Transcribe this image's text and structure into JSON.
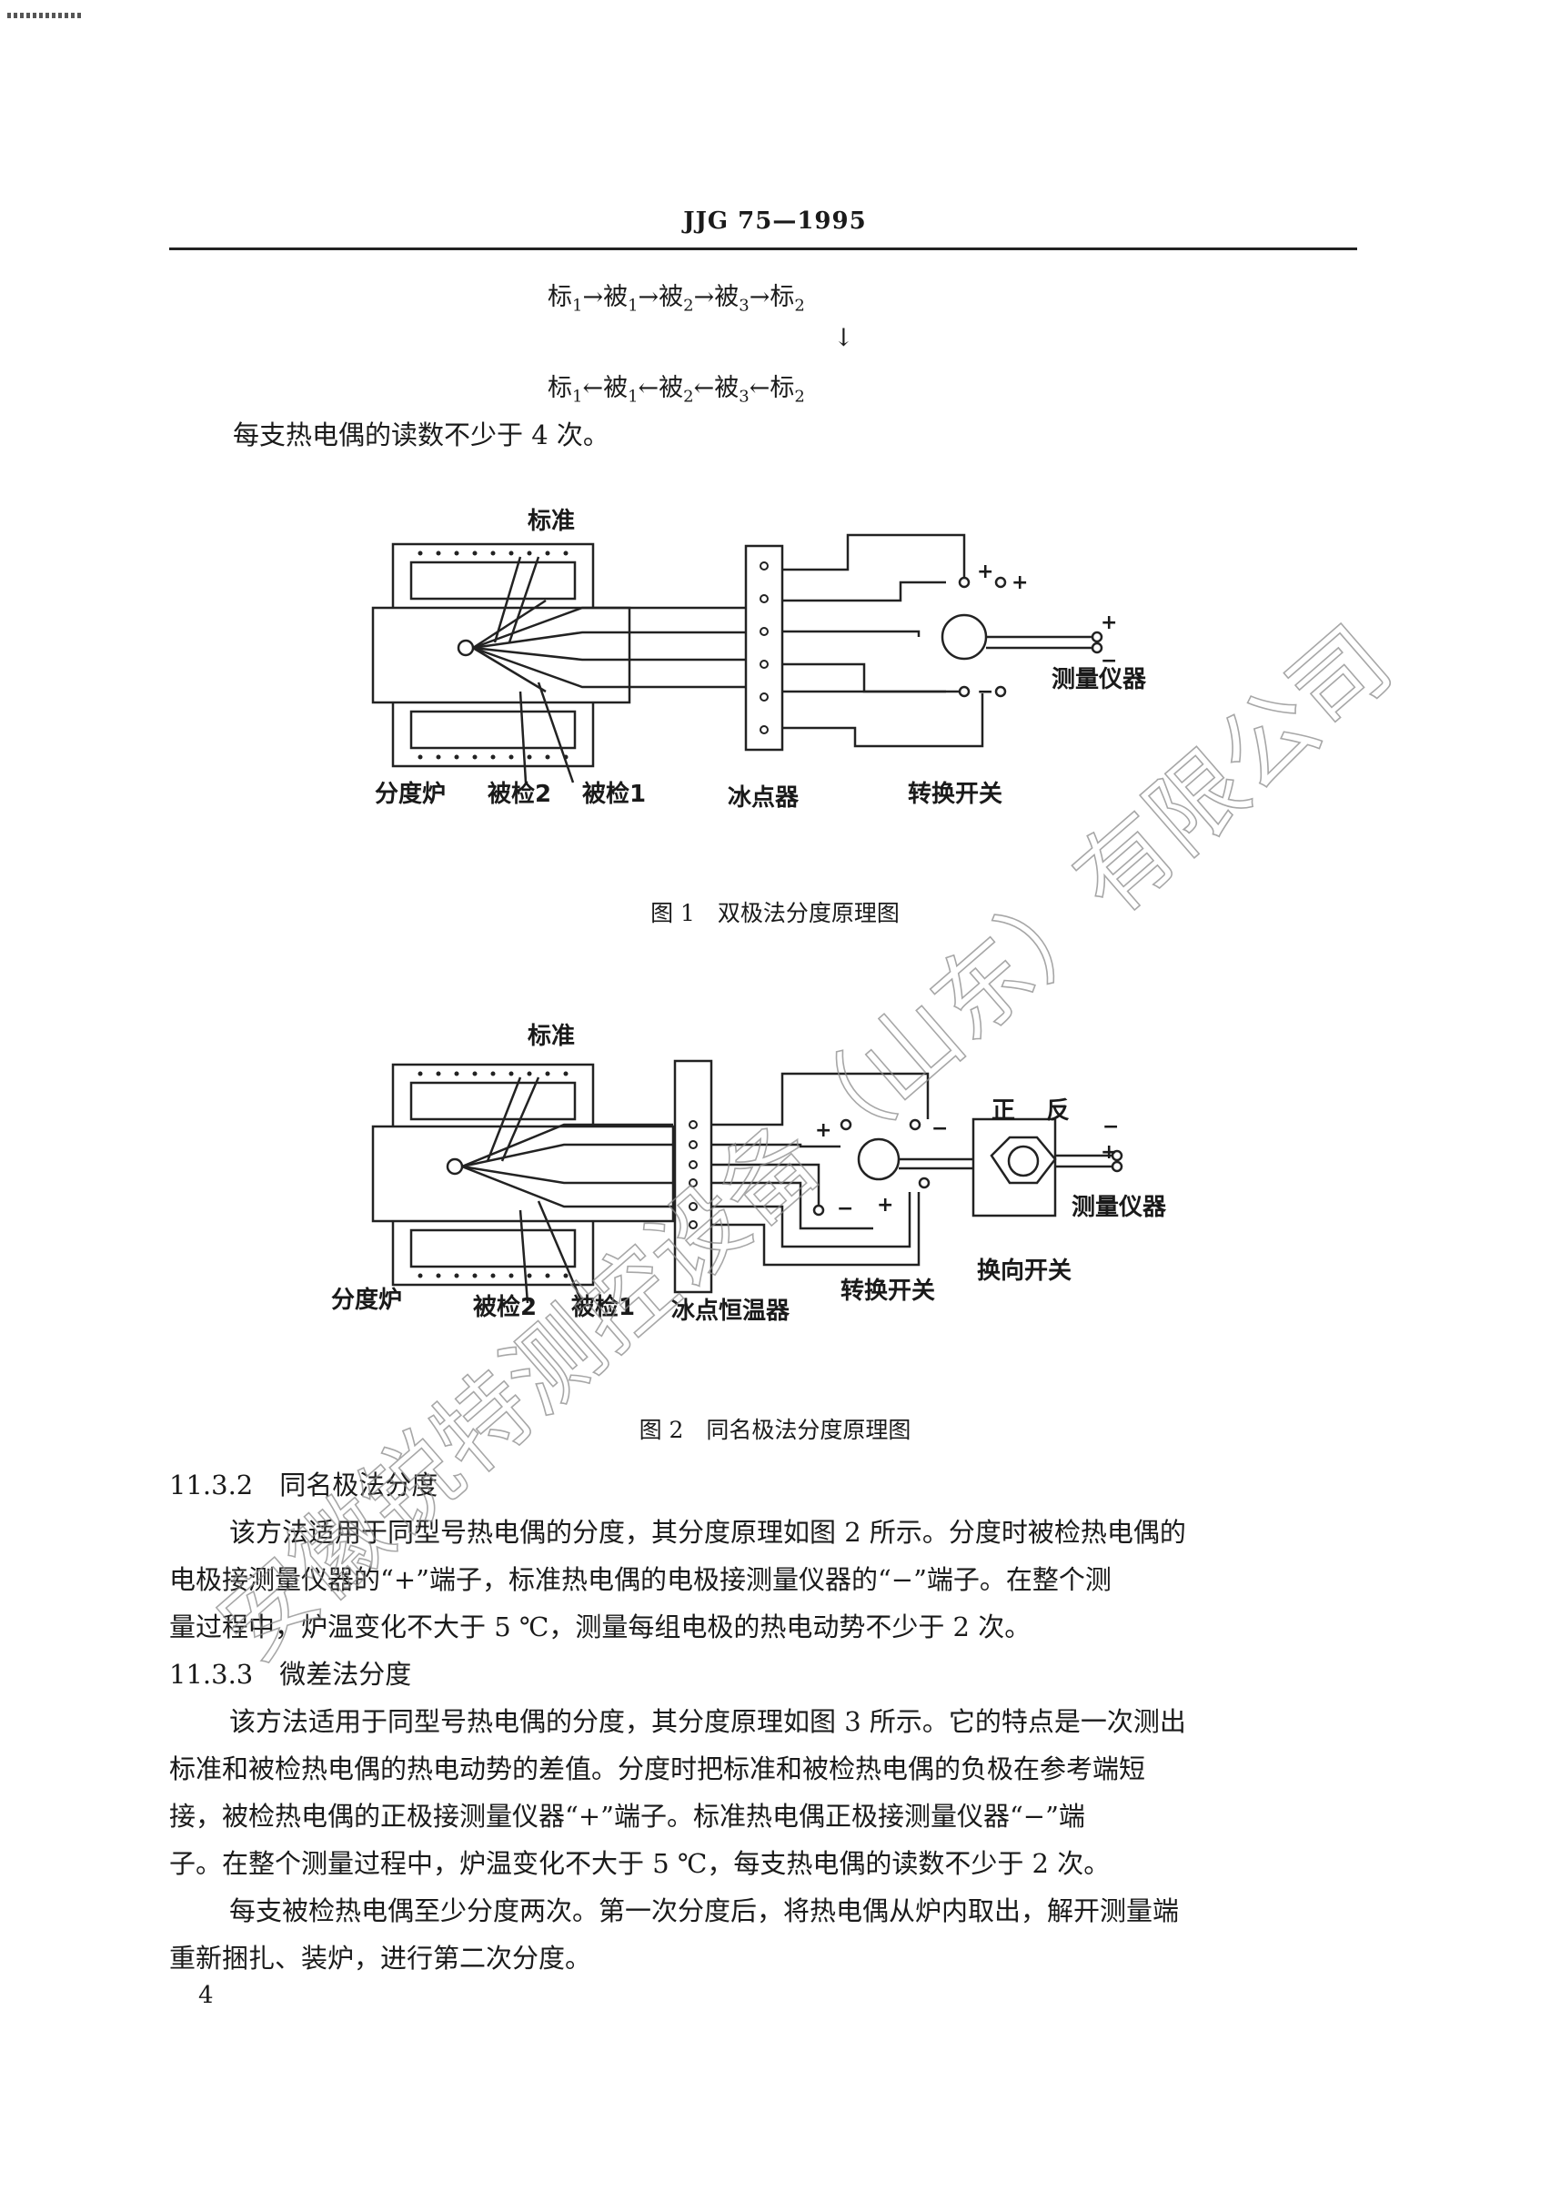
{
  "header": {
    "code": "JJG 75—1995"
  },
  "sequence": {
    "row1": [
      {
        "base": "标",
        "sub": "1"
      },
      {
        "base": "被",
        "sub": "1"
      },
      {
        "base": "被",
        "sub": "2"
      },
      {
        "base": "被",
        "sub": "3"
      },
      {
        "base": "标",
        "sub": "2"
      }
    ],
    "row2": [
      {
        "base": "标",
        "sub": "1"
      },
      {
        "base": "被",
        "sub": "1"
      },
      {
        "base": "被",
        "sub": "2"
      },
      {
        "base": "被",
        "sub": "3"
      },
      {
        "base": "标",
        "sub": "2"
      }
    ],
    "arrow_right": "→",
    "arrow_left": "←",
    "arrow_down": "↓"
  },
  "intro_line": "每支热电偶的读数不少于 4 次。",
  "figure1": {
    "labels": {
      "standard": "标准",
      "furnace": "分度炉",
      "test2": "被检2",
      "test1": "被检1",
      "ice": "冰点器",
      "switch": "转换开关",
      "meter": "测量仪器",
      "plus": "+",
      "minus": "−"
    },
    "caption": "图 1　双极法分度原理图"
  },
  "figure2": {
    "labels": {
      "standard": "标准",
      "furnace": "分度炉",
      "test2": "被检2",
      "test1": "被检1",
      "ice": "冰点恒温器",
      "switch": "转换开关",
      "reverse_switch": "换向开关",
      "meter": "测量仪器",
      "forward": "正",
      "backward": "反",
      "plus": "+",
      "minus": "−"
    },
    "caption": "图 2　同名极法分度原理图"
  },
  "sections": [
    {
      "heading": "11.3.2　同名极法分度",
      "lines": [
        "该方法适用于同型号热电偶的分度，其分度原理如图 2 所示。分度时被检热电偶的",
        "电极接测量仪器的“+”端子，标准热电偶的电极接测量仪器的“−”端子。在整个测",
        "量过程中，炉温变化不大于 5 ℃，测量每组电极的热电动势不少于 2 次。"
      ]
    },
    {
      "heading": "11.3.3　微差法分度",
      "lines": [
        "该方法适用于同型号热电偶的分度，其分度原理如图 3 所示。它的特点是一次测出",
        "标准和被检热电偶的热电动势的差值。分度时把标准和被检热电偶的负极在参考端短",
        "接，被检热电偶的正极接测量仪器“+”端子。标准热电偶正极接测量仪器“−”端",
        "子。在整个测量过程中，炉温变化不大于 5 ℃，每支热电偶的读数不少于 2 次。"
      ]
    }
  ],
  "closing": [
    "每支被检热电偶至少分度两次。第一次分度后，将热电偶从炉内取出，解开测量端",
    "重新捆扎、装炉，进行第二次分度。"
  ],
  "page_number": "4",
  "watermark": "安徽锐特测控设备（山东）有限公司"
}
